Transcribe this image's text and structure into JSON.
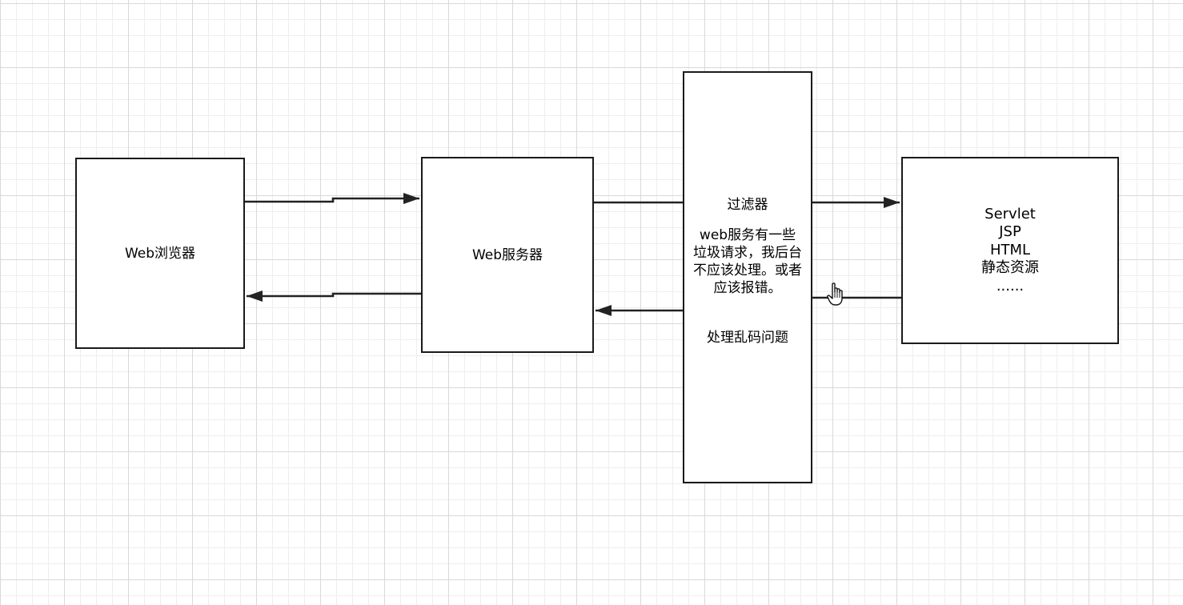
{
  "nodes": {
    "browser": {
      "label": "Web浏览器"
    },
    "server": {
      "label": "Web服务器"
    },
    "filter": {
      "title": "过滤器",
      "note": "web服务有一些垃圾请求，我后台不应该处理。或者应该报错。",
      "issue": "处理乱码问题"
    },
    "servlet": {
      "items": [
        "Servlet",
        "JSP",
        "HTML",
        "静态资源",
        "......"
      ]
    }
  },
  "cursor": {
    "icon": "hand-pointer-icon"
  },
  "colors": {
    "stroke": "#222222",
    "grid": "#d9d9d9",
    "background": "#ffffff"
  }
}
